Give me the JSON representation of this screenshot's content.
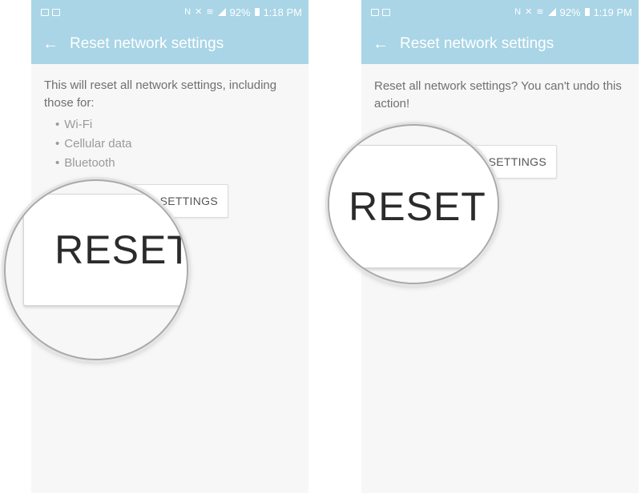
{
  "left": {
    "status": {
      "battery": "92%",
      "time": "1:18 PM"
    },
    "title": "Reset network settings",
    "description": "This will reset all network settings, including those for:",
    "items": [
      "Wi-Fi",
      "Cellular data",
      "Bluetooth"
    ],
    "button_partial": "SETTINGS",
    "magnified_label": "RESET"
  },
  "right": {
    "status": {
      "battery": "92%",
      "time": "1:19 PM"
    },
    "title": "Reset network settings",
    "description": "Reset all network settings? You can't undo this action!",
    "button_partial": "T SETTINGS",
    "magnified_label": "RESET"
  },
  "colors": {
    "appbar": "#a9d5e6",
    "background": "#f7f7f7",
    "text": "#707070"
  },
  "icons": {
    "back": "back-arrow-icon",
    "wifi": "wifi-icon",
    "signal": "signal-icon",
    "battery": "battery-icon"
  }
}
